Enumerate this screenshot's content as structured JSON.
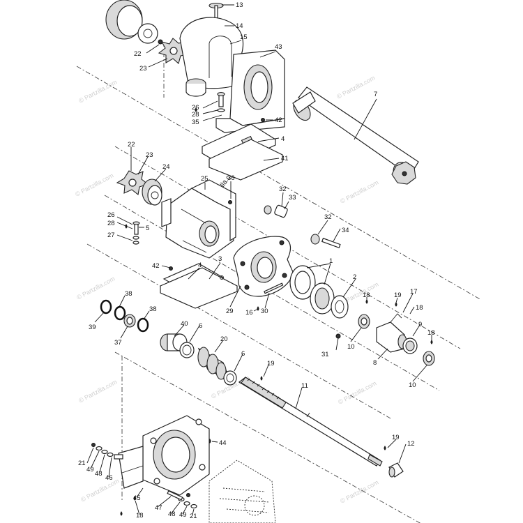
{
  "watermark": "© Partzilla.com",
  "center_watermark": "© Partzilla.com",
  "callouts": {
    "c13": "13",
    "c14": "14",
    "c15": "15",
    "c43": "43",
    "c22a": "22",
    "c23a": "23",
    "c7": "7",
    "c26a": "26",
    "c28a": "28",
    "c35": "35",
    "c42a": "42",
    "c4a": "4",
    "c41": "41",
    "c22b": "22",
    "c23b": "23",
    "c24": "24",
    "c25": "25",
    "c36": "36",
    "c32a": "32",
    "c33": "33",
    "c26b": "26",
    "c28b": "28",
    "c5": "5",
    "c27": "27",
    "c32b": "32",
    "c34": "34",
    "c42b": "42",
    "c4b": "4",
    "c3": "3",
    "c1": "1",
    "c2": "2",
    "c38a": "38",
    "c38b": "38",
    "c39": "39",
    "c37": "37",
    "c29": "29",
    "c16": "16",
    "c30": "30",
    "c18a": "18",
    "c19a": "19",
    "c17": "17",
    "c18b": "18",
    "c9": "9",
    "c18c": "18",
    "c40": "40",
    "c6a": "6",
    "c10a": "10",
    "c31": "31",
    "c8": "8",
    "c10b": "10",
    "c20": "20",
    "c6b": "6",
    "c19b": "19",
    "c11": "11",
    "c44": "44",
    "c19c": "19",
    "c12": "12",
    "c21a": "21",
    "c49a": "49",
    "c48a": "48",
    "c46": "46",
    "c45": "45",
    "c47": "47",
    "c18d": "18",
    "c48b": "48",
    "c49b": "49",
    "c21b": "21"
  },
  "colors": {
    "line": "#222222",
    "shade": "#d9d9d9",
    "watermark": "#cfcfcf"
  }
}
